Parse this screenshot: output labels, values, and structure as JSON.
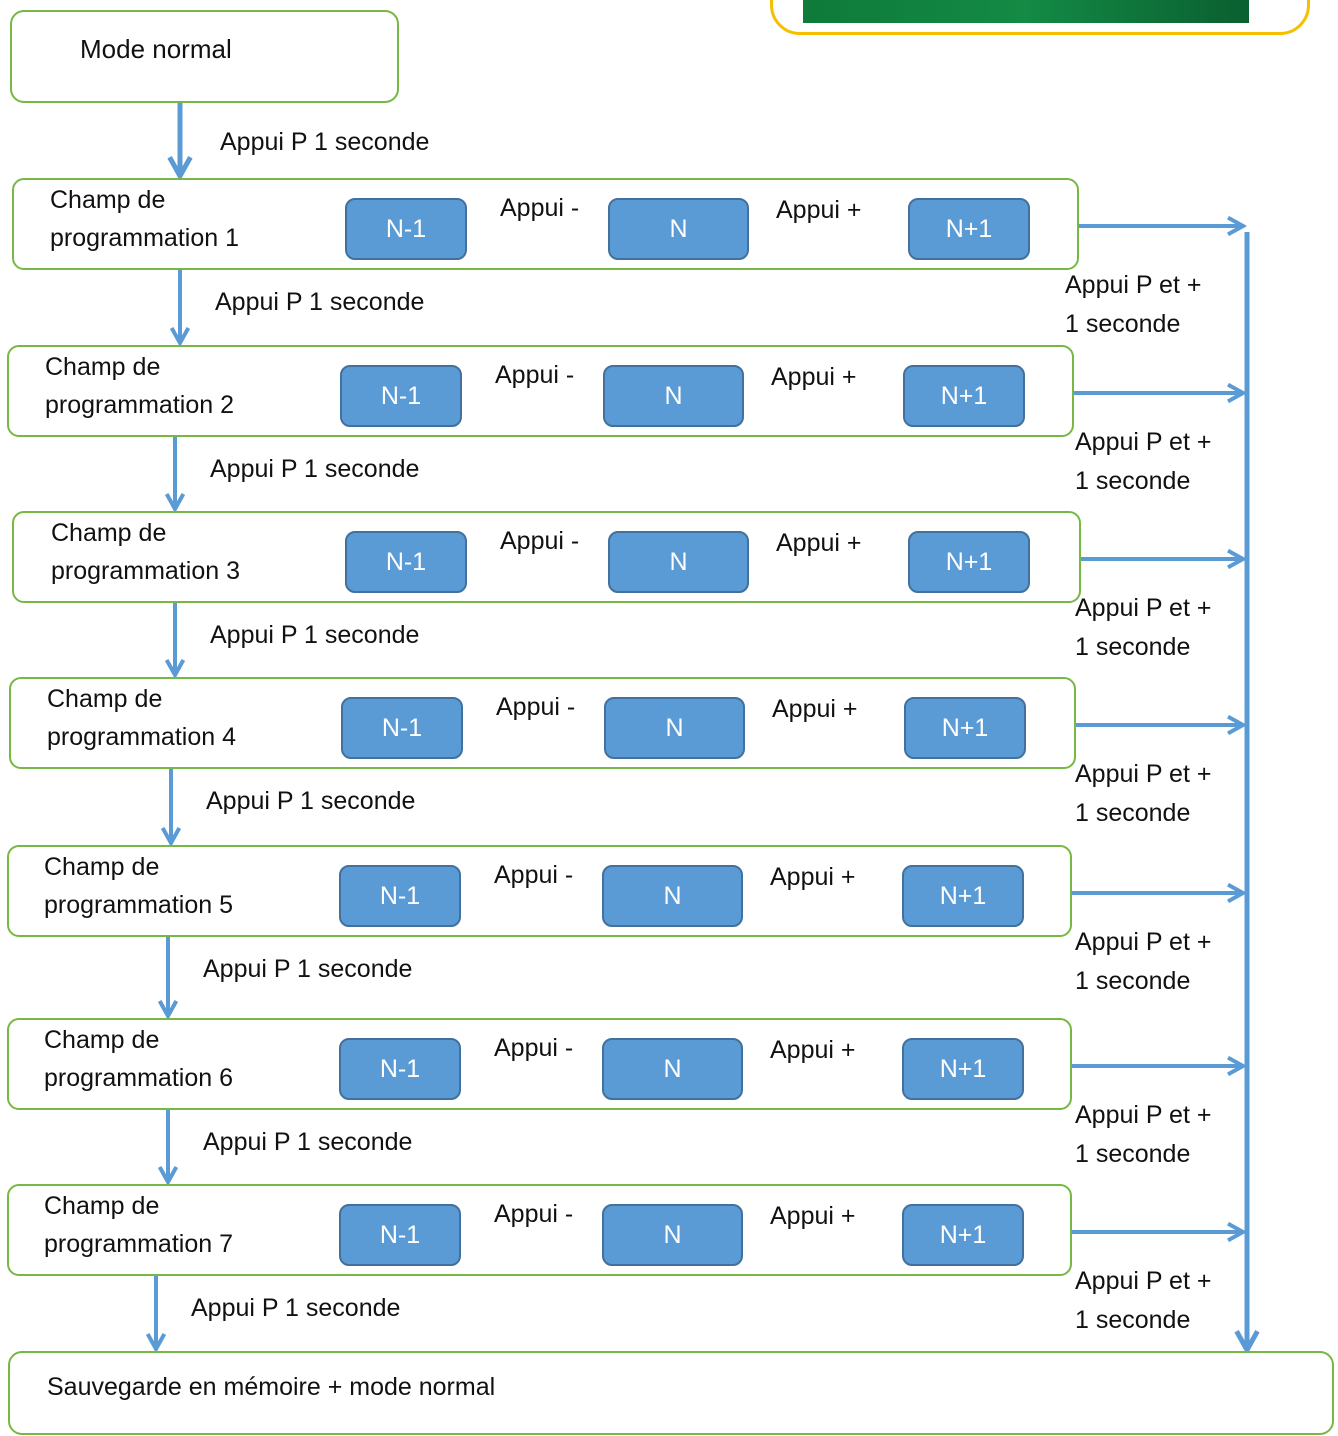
{
  "start": {
    "label": "Mode normal"
  },
  "step_label": "Appui P  1 seconde",
  "minus_label": "Appui -",
  "plus_label": "Appui +",
  "nodes": {
    "prev": "N-1",
    "current": "N",
    "next": "N+1"
  },
  "exit_label": {
    "line1": "Appui P et +",
    "line2": "1 seconde"
  },
  "exit_label_first": {
    "line1": "Appui  P et +",
    "line2": "1 seconde"
  },
  "fields": [
    {
      "line1": "Champ de",
      "line2": "programmation 1"
    },
    {
      "line1": "Champ de",
      "line2": "programmation 2"
    },
    {
      "line1": "Champ de",
      "line2": "programmation 3"
    },
    {
      "line1": "Champ de",
      "line2": "programmation 4"
    },
    {
      "line1": "Champ de",
      "line2": "programmation 5"
    },
    {
      "line1": "Champ de",
      "line2": "programmation 6"
    },
    {
      "line1": "Champ de",
      "line2": "programmation 7"
    }
  ],
  "end": {
    "label": "Sauvegarde en mémoire  + mode normal"
  },
  "colors": {
    "arrow": "#5b9bd5",
    "node_fill": "#5b9bd5",
    "box_border": "#77b843",
    "device_border": "#f6c000"
  }
}
